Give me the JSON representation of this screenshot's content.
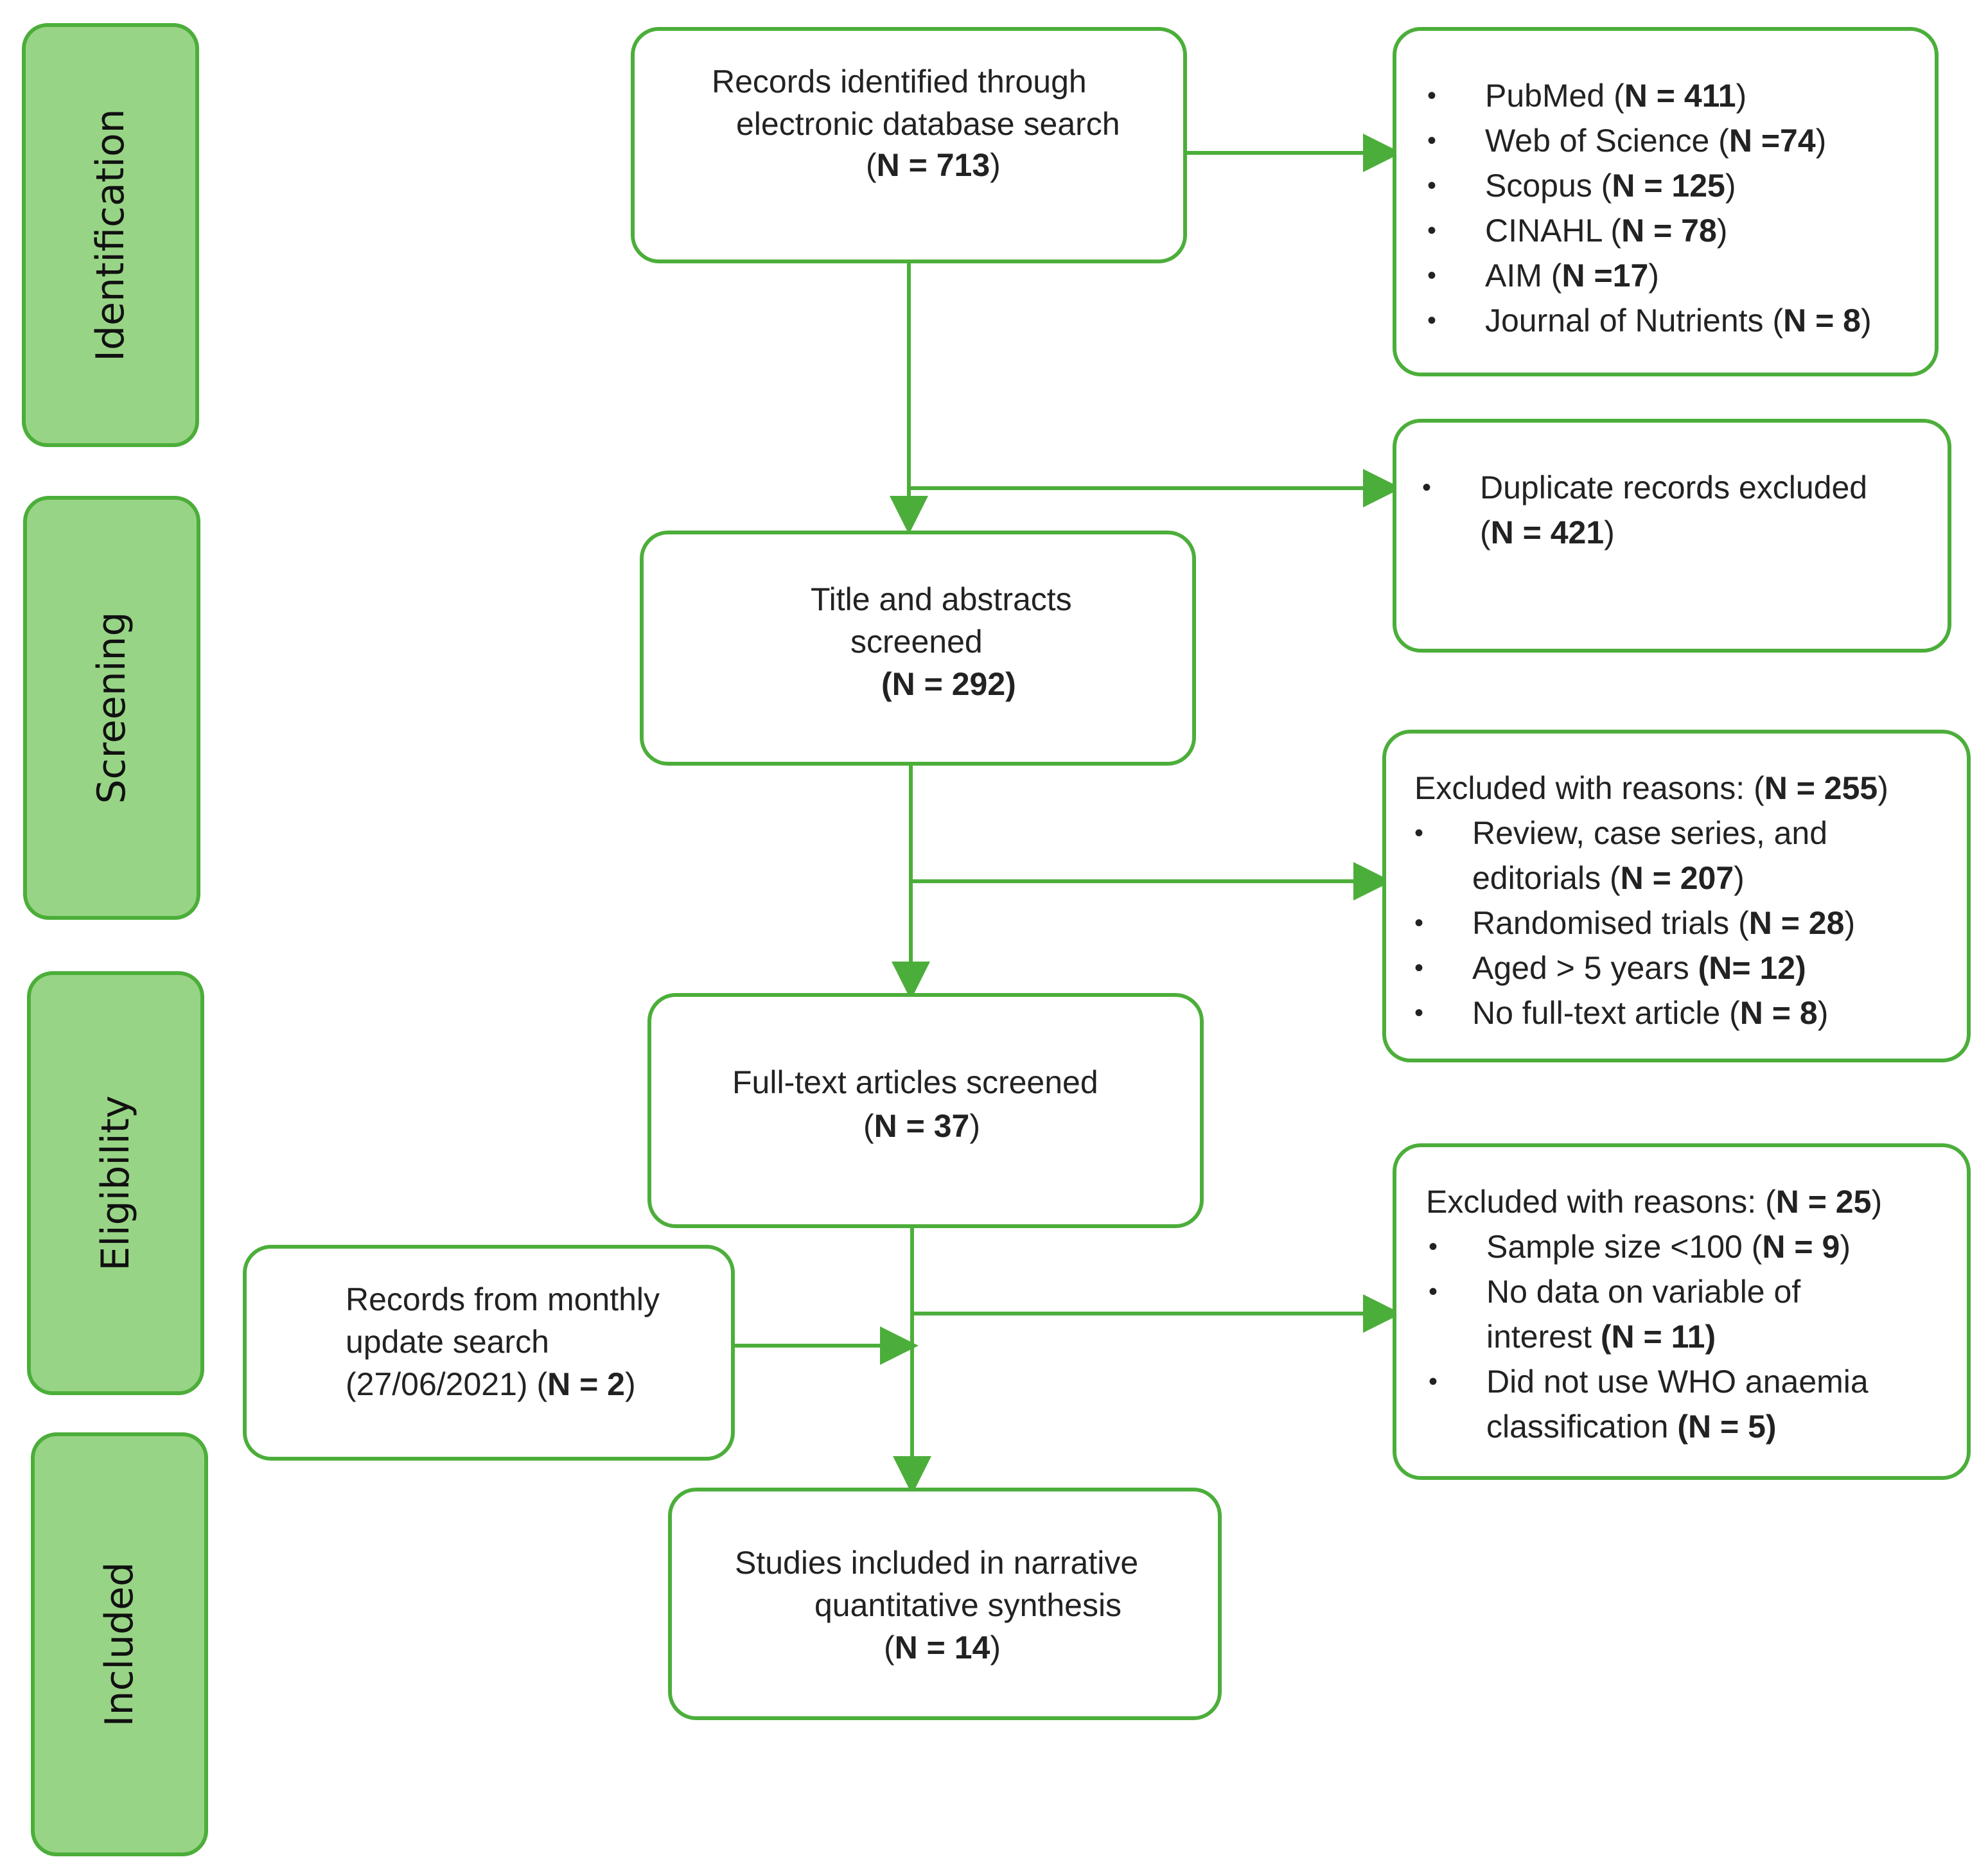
{
  "phases": {
    "identification": "Identification",
    "screening": "Screening",
    "eligibility": "Eligibility",
    "included": "Included"
  },
  "identified": {
    "line1": "Records identified through",
    "line2": "electronic database search",
    "n": "N = 713"
  },
  "databases": [
    {
      "name": "PubMed",
      "n": "N = 411"
    },
    {
      "name": "Web of Science",
      "n": "N =74"
    },
    {
      "name": "Scopus",
      "n": "N = 125"
    },
    {
      "name": "CINAHL",
      "n": "N = 78"
    },
    {
      "name": "AIM",
      "n": "N =17"
    },
    {
      "name": "Journal of Nutrients",
      "n": "N = 8"
    }
  ],
  "duplicates": {
    "label": "Duplicate records excluded",
    "n": "N = 421"
  },
  "screened": {
    "line1": "Title and abstracts",
    "line2": "screened",
    "n": "(N = 292)"
  },
  "excluded1": {
    "heading": "Excluded with reasons: ",
    "n": "N = 255",
    "items": [
      {
        "line1": "Review, case series, and",
        "line2": "editorials ",
        "n": "N = 207"
      },
      {
        "text": "Randomised trials ",
        "n": "N = 28"
      },
      {
        "text": "Aged > 5 years ",
        "n": "(N= 12)"
      },
      {
        "text": "No full-text article ",
        "n": "N = 8"
      }
    ]
  },
  "fulltext": {
    "line1": "Full-text articles screened",
    "n": "N = 37"
  },
  "monthly": {
    "line1": "Records from monthly",
    "line2": "update search",
    "line3": "(27/06/2021) ",
    "n": "N = 2"
  },
  "excluded2": {
    "heading": "Excluded with reasons: ",
    "n": "N = 25",
    "items": [
      {
        "text": "Sample size <100 ",
        "n": "N = 9"
      },
      {
        "line1": "No data on variable of",
        "line2": "interest ",
        "n": "(N = 11)"
      },
      {
        "line1": "Did not use WHO anaemia",
        "line2": "classification ",
        "n": "(N = 5)"
      }
    ]
  },
  "included": {
    "line1": "Studies included in narrative",
    "line2": "quantitative synthesis",
    "n": "N = 14"
  },
  "colors": {
    "border": "#4cae3a",
    "phase_fill": "#98d485",
    "arrow": "#4cae3a"
  }
}
